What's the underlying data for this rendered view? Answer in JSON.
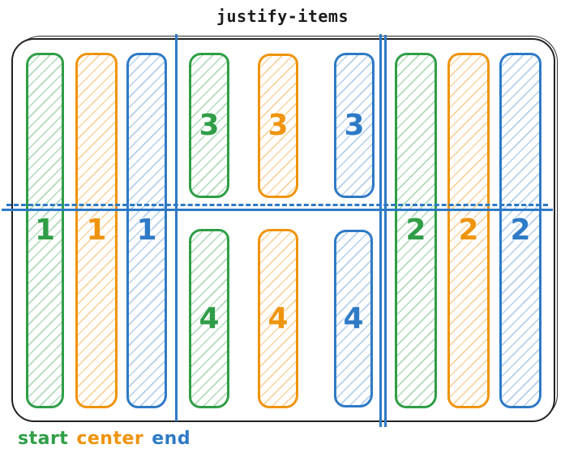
{
  "title": "justify-items",
  "legend": {
    "start": {
      "label": "start",
      "color": "#2f9e47"
    },
    "center": {
      "label": "center",
      "color": "#ef940d"
    },
    "end": {
      "label": "end",
      "color": "#2e7ac6"
    }
  },
  "colors": {
    "frame_outline": "#222222",
    "grid_line": "#2e7ac6",
    "start_green": "#2f9e47",
    "center_orange": "#ef940d",
    "end_blue": "#2e7ac6"
  },
  "grid": {
    "columns": 3,
    "rows": 2
  },
  "bars": [
    {
      "label": "1",
      "variant": "start"
    },
    {
      "label": "1",
      "variant": "center"
    },
    {
      "label": "1",
      "variant": "end"
    },
    {
      "label": "3",
      "variant": "start"
    },
    {
      "label": "3",
      "variant": "center"
    },
    {
      "label": "3",
      "variant": "end"
    },
    {
      "label": "4",
      "variant": "start"
    },
    {
      "label": "4",
      "variant": "center"
    },
    {
      "label": "4",
      "variant": "end"
    },
    {
      "label": "2",
      "variant": "start"
    },
    {
      "label": "2",
      "variant": "center"
    },
    {
      "label": "2",
      "variant": "end"
    }
  ]
}
